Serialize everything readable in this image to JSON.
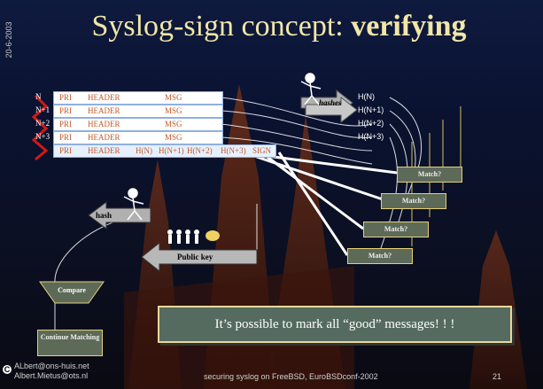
{
  "date": "20-6-2003",
  "title": {
    "main": "Syslog-sign concept: ",
    "bold": "verifying"
  },
  "rows": [
    {
      "n": "N",
      "pri": "PRI",
      "header": "HEADER",
      "msg": "MSG"
    },
    {
      "n": "N+1",
      "pri": "PRI",
      "header": "HEADER",
      "msg": "MSG"
    },
    {
      "n": "N+2",
      "pri": "PRI",
      "header": "HEADER",
      "msg": "MSG"
    },
    {
      "n": "N+3",
      "pri": "PRI",
      "header": "HEADER",
      "msg": "MSG"
    }
  ],
  "sig_row": {
    "pri": "PRI",
    "header": "HEADER",
    "h1": "H(N)",
    "h2": "H(N+1)",
    "h3": "H(N+2)",
    "h4": "H(N+3)",
    "sign": "SIGN"
  },
  "hashes_label": "hashes",
  "hash_values": [
    "H(N)",
    "H(N+1)",
    "H(N+2)",
    "H(N+3)"
  ],
  "hash_label": "hash",
  "public_key": "Public key",
  "match": "Match?",
  "compare": "Compare",
  "continue": "Continue Matching",
  "statement": "It’s possible to mark  all “good” messages! ! !",
  "footer": {
    "email1": "ALbert@ons-huis.net",
    "email2": "Albert.Mietus@ots.nl",
    "center": "securing syslog on FreeBSD, EuroBSDconf-2002",
    "page": "21"
  },
  "colors": {
    "title": "#f2e6a8",
    "match_box": "#5d6a58",
    "row_text": "#c45a2a"
  }
}
